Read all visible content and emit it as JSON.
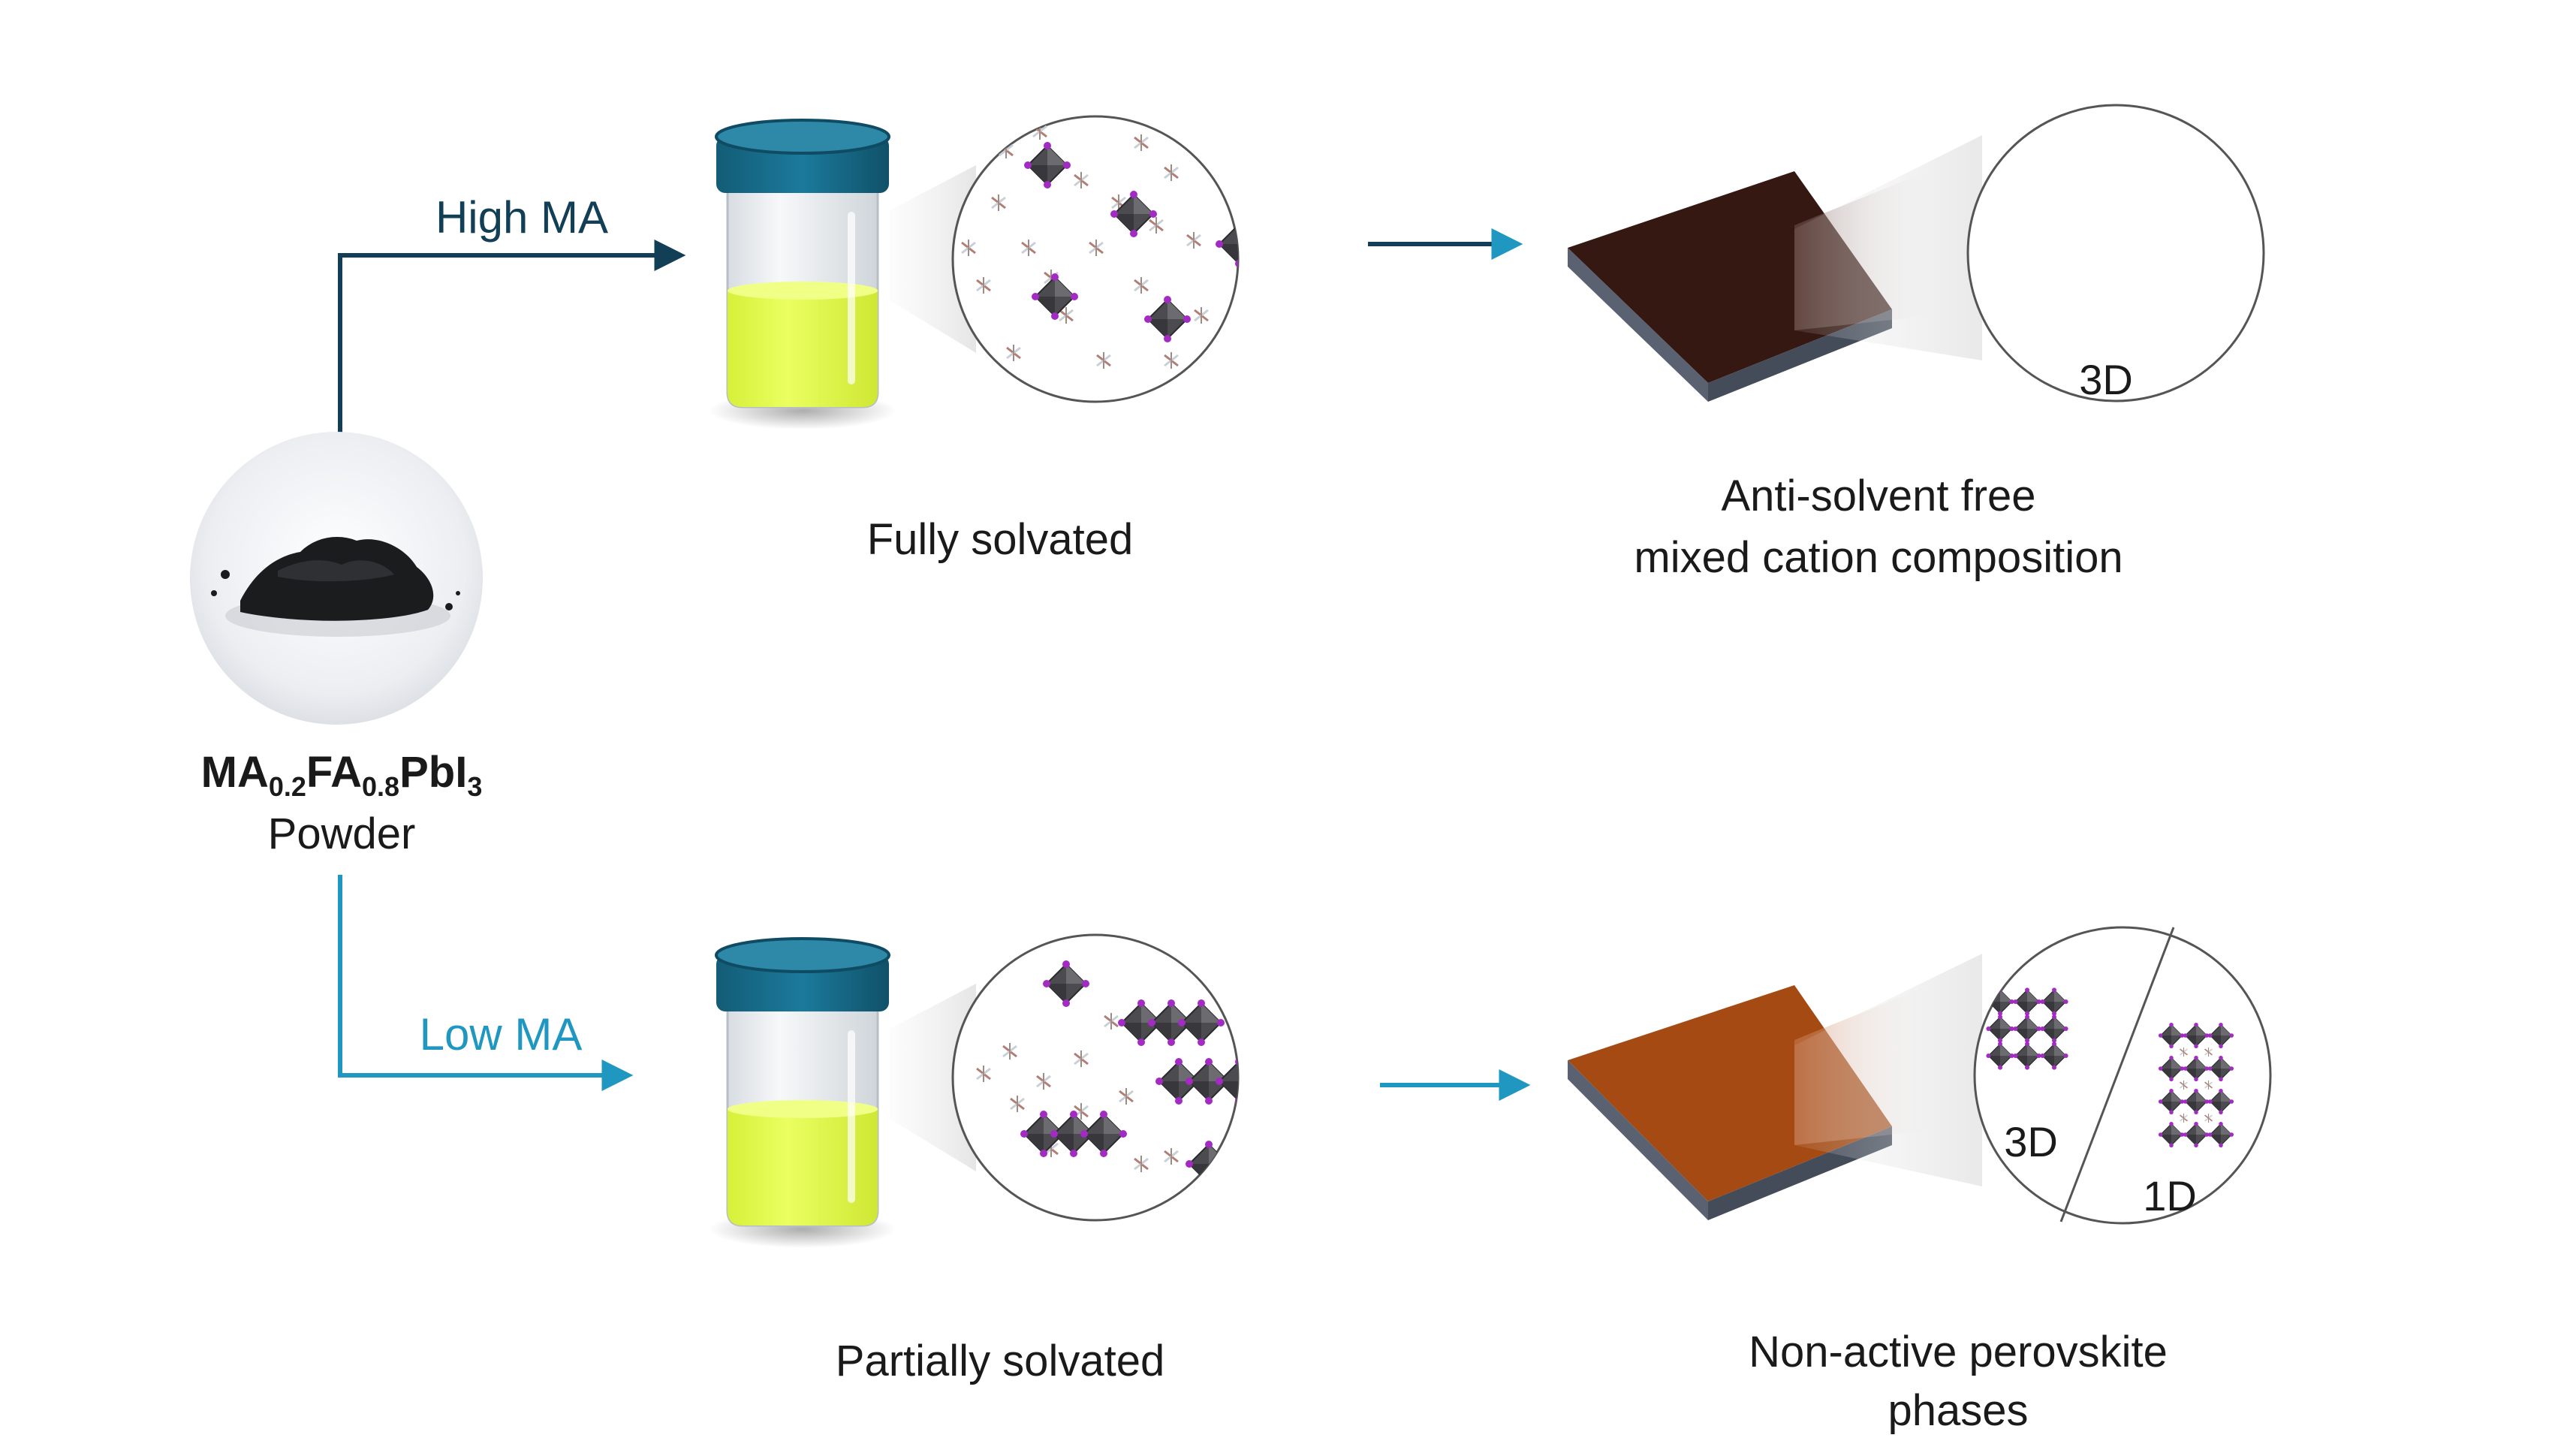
{
  "powder": {
    "formula": {
      "p1": "MA",
      "s1": "0.2",
      "p2": "FA",
      "s2": "0.8",
      "p3": "PbI",
      "s3": "3"
    },
    "label": "Powder"
  },
  "branches": {
    "high": {
      "label": "High MA",
      "color": "#123e56"
    },
    "low": {
      "label": "Low MA",
      "color": "#1f97c0"
    }
  },
  "top_row": {
    "solution_caption": "Fully solvated",
    "film_caption_line1": "Anti-solvent free",
    "film_caption_line2": "mixed cation composition",
    "film_color": "#351812",
    "structure_label": "3D"
  },
  "bottom_row": {
    "solution_caption": "Partially solvated",
    "film_caption_line1": "Non-active perovskite",
    "film_caption_line2": "phases",
    "film_color": "#a44a12",
    "structure_label_left": "3D",
    "structure_label_right": "1D"
  },
  "colors": {
    "vial_cap": "#176f8f",
    "vial_cap_top": "#2e88a8",
    "solution": "#e3fa46",
    "octahedron": "#5a5a5e",
    "iodide": "#a32ac2",
    "substrate_side": "#4a5463"
  }
}
